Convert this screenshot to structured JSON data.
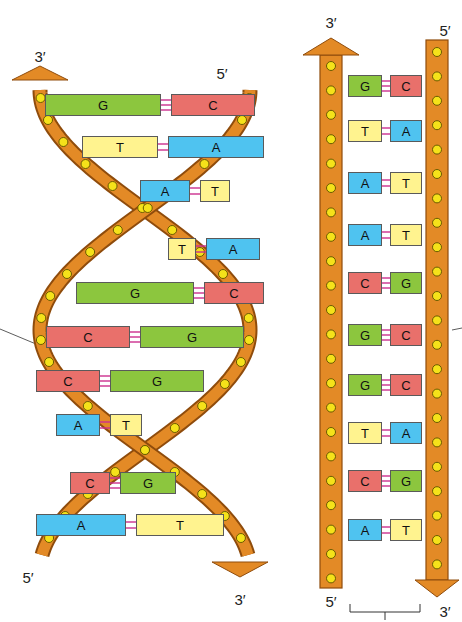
{
  "diagram": {
    "nodes": [
      {
        "text": [
          "G"
        ]
      },
      {
        "text": [
          "C"
        ]
      },
      {
        "text": [
          "T"
        ]
      },
      {
        "text": [
          "A"
        ]
      },
      {
        "text": [
          "A"
        ]
      },
      {
        "text": [
          "T"
        ]
      },
      {
        "text": [
          "T"
        ]
      },
      {
        "text": [
          "A"
        ]
      },
      {
        "text": [
          "G"
        ]
      },
      {
        "text": [
          "C"
        ]
      },
      {
        "text": [
          "C"
        ]
      },
      {
        "text": [
          "G"
        ]
      },
      {
        "text": [
          "C"
        ]
      },
      {
        "text": [
          "G"
        ]
      },
      {
        "text": [
          "A"
        ]
      },
      {
        "text": [
          "T"
        ]
      },
      {
        "text": [
          "C"
        ]
      },
      {
        "text": [
          "G"
        ]
      },
      {
        "text": [
          "A"
        ]
      },
      {
        "text": [
          "T"
        ]
      },
      {
        "text": [
          "G"
        ]
      },
      {
        "text": [
          "C"
        ]
      },
      {
        "text": [
          "T"
        ]
      },
      {
        "text": [
          "A"
        ]
      },
      {
        "text": [
          "A"
        ]
      },
      {
        "text": [
          "T"
        ]
      },
      {
        "text": [
          "A"
        ]
      },
      {
        "text": [
          "T"
        ]
      },
      {
        "text": [
          "C"
        ]
      },
      {
        "text": [
          "G"
        ]
      },
      {
        "text": [
          "G"
        ]
      },
      {
        "text": [
          "C"
        ]
      },
      {
        "text": [
          "G"
        ]
      },
      {
        "text": [
          "C"
        ]
      },
      {
        "text": [
          "T"
        ]
      },
      {
        "text": [
          "A"
        ]
      },
      {
        "text": [
          "C"
        ]
      },
      {
        "text": [
          "G"
        ]
      },
      {
        "text": [
          "A"
        ]
      },
      {
        "text": [
          "T"
        ]
      }
    ],
    "edges": [
      {
        "from": 0,
        "to": 1,
        "arrow": "none"
      },
      {
        "from": 2,
        "to": 3,
        "arrow": "none"
      },
      {
        "from": 4,
        "to": 5,
        "arrow": "none"
      },
      {
        "from": 6,
        "to": 7,
        "arrow": "none"
      },
      {
        "from": 8,
        "to": 9,
        "arrow": "none"
      },
      {
        "from": 10,
        "to": 11,
        "arrow": "none"
      },
      {
        "from": 12,
        "to": 13,
        "arrow": "none"
      },
      {
        "from": 14,
        "to": 15,
        "arrow": "none"
      },
      {
        "from": 16,
        "to": 17,
        "arrow": "none"
      },
      {
        "from": 18,
        "to": 19,
        "arrow": "none"
      },
      {
        "from": 20,
        "to": 21,
        "arrow": "none"
      },
      {
        "from": 22,
        "to": 23,
        "arrow": "none"
      },
      {
        "from": 24,
        "to": 25,
        "arrow": "none"
      },
      {
        "from": 26,
        "to": 27,
        "arrow": "none"
      },
      {
        "from": 28,
        "to": 29,
        "arrow": "none"
      },
      {
        "from": 30,
        "to": 31,
        "arrow": "none"
      },
      {
        "from": 32,
        "to": 33,
        "arrow": "none"
      },
      {
        "from": 34,
        "to": 35,
        "arrow": "none"
      },
      {
        "from": 36,
        "to": 37,
        "arrow": "none"
      },
      {
        "from": 38,
        "to": 39,
        "arrow": "none"
      }
    ],
    "labels": [
      "3′",
      "5′",
      "3′",
      "5′",
      "5′",
      "3′",
      "5′",
      "3′"
    ]
  }
}
